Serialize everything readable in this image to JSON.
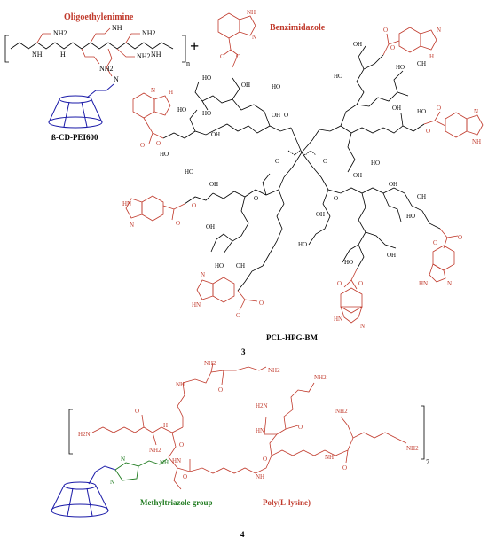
{
  "labels": {
    "oligoethylenimine": "Oligoethylenimine",
    "benzimidazole": "Benzimidazole",
    "bcd_pei": "ß-CD-PEI600",
    "pcl_hpg_bm": "PCL-HPG-BM",
    "compound3": "3",
    "compound4": "4",
    "methyltriazole": "Methyltriazole group",
    "polylysine": "Poly(L-lysine)",
    "subscript_n": "n",
    "subscript_7": "7",
    "plus": "+"
  },
  "atoms": {
    "nh2": "NH2",
    "nh": "NH",
    "hn": "HN",
    "oh": "OH",
    "ho": "HO",
    "o": "O",
    "n": "N",
    "h": "H",
    "h2n": "H2N"
  },
  "colors": {
    "black": "#000000",
    "red": "#c0392b",
    "blue": "#1a1aa8",
    "green": "#1e7a1e"
  }
}
